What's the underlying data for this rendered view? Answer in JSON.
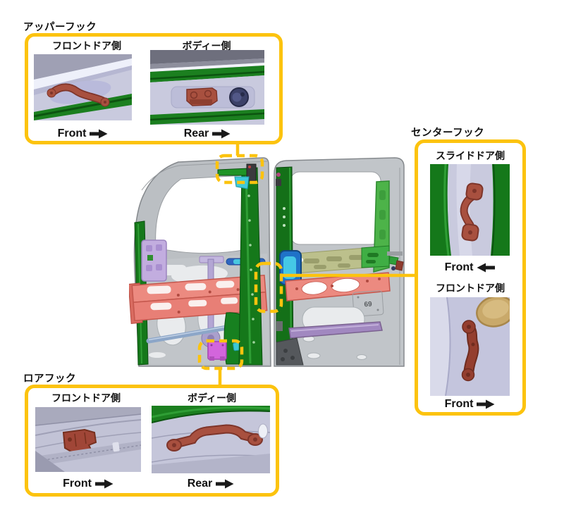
{
  "sections": {
    "upper": {
      "title": "アッパーフック",
      "panels": [
        {
          "label": "フロントドア側",
          "direction": "Front",
          "arrow": "right"
        },
        {
          "label": "ボディー側",
          "direction": "Rear",
          "arrow": "right"
        }
      ]
    },
    "center": {
      "title": "センターフック",
      "panels": [
        {
          "label": "スライドドア側",
          "direction": "Front",
          "arrow": "left"
        },
        {
          "label": "フロントドア側",
          "direction": "Front",
          "arrow": "right"
        }
      ]
    },
    "lower": {
      "title": "ロアフック",
      "panels": [
        {
          "label": "フロントドア側",
          "direction": "Front",
          "arrow": "right"
        },
        {
          "label": "ボディー側",
          "direction": "Rear",
          "arrow": "right"
        }
      ]
    }
  },
  "car_diagram": {
    "panel_marking": "69",
    "colors": {
      "accent_yellow": "#fcc30e",
      "hook_red": "#a8503f",
      "beam_green": "#15781a",
      "impact_beam_salmon": "#ec8a80",
      "panel_lavender": "#c9cade",
      "door_gray": "#c1c5c9",
      "regulator_purple": "#b3a6d4",
      "rod_blue": "#2e66c0",
      "latch_magenta": "#d365dc",
      "rod_violet": "#a188c0"
    }
  }
}
